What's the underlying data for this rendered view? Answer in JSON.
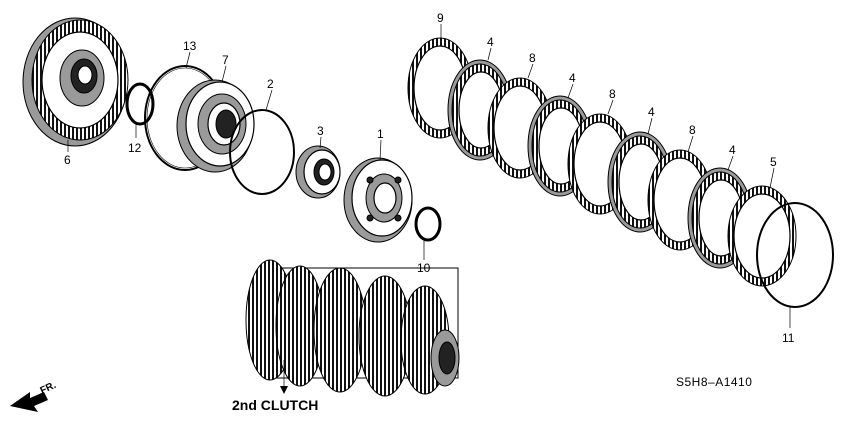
{
  "diagram": {
    "title": "2nd CLUTCH",
    "code": "S5H8–A1410",
    "direction": "FR.",
    "part_labels": [
      "1",
      "2",
      "3",
      "4",
      "4",
      "4",
      "4",
      "5",
      "6",
      "7",
      "8",
      "8",
      "8",
      "9",
      "10",
      "11",
      "12",
      "13"
    ]
  }
}
